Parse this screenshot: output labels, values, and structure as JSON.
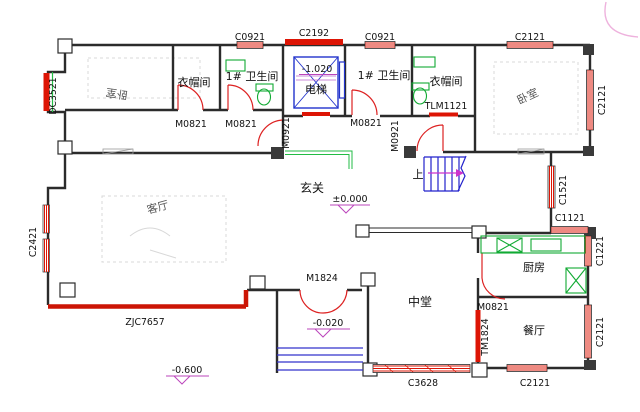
{
  "drawing": {
    "type": "architectural-floor-plan",
    "labels": {
      "c0921": "C0921",
      "c2192": "C2192",
      "c2121": "C2121",
      "c2421": "C2421",
      "dc3521": "DC3521",
      "c1521": "C1521",
      "c1121": "C1121",
      "c1221": "C1221",
      "c3628": "C3628",
      "zjc7657": "ZJC7657",
      "m0821": "M0821",
      "m0921": "M0921",
      "m1824": "M1824",
      "tm1824": "TM1824",
      "tlm1121": "TLM1121",
      "bedroom": "卧室",
      "closet": "衣帽间",
      "bathroom": "1# 卫生间",
      "elevator": "电梯",
      "foyer": "玄关",
      "living_room": "客厅",
      "middle_hall": "中堂",
      "kitchen": "厨房",
      "dining": "餐厅",
      "stairs_up": "上",
      "level_ground": "±0.000",
      "level_porch": "-0.020",
      "level_outdoor": "-0.600",
      "level_elevator": "-1.020"
    },
    "colors": {
      "wall": "#2b2b2b",
      "window_red": "#dd1505",
      "door_red": "#dd2222",
      "stair_blue": "#2222cc",
      "fixture_green": "#11aa33",
      "elevation_magenta": "#bb44bb"
    }
  }
}
